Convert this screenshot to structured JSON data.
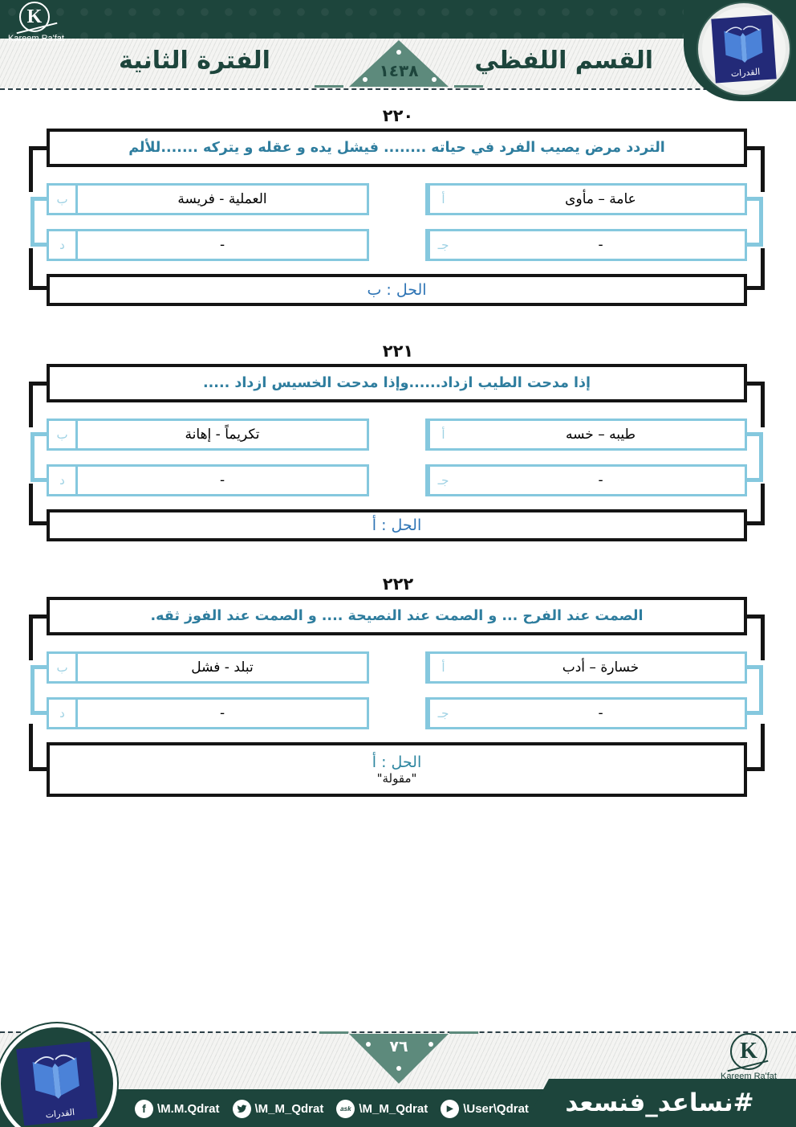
{
  "header": {
    "brand_name": "Kareem Ra'fat",
    "brand_initial": "K",
    "section_title": "القسم اللفظي",
    "period_title": "الفترة الثانية",
    "year_number": "١٤٣٨",
    "logo_caption": "القدرات"
  },
  "questions": [
    {
      "number": "٢٢٠",
      "prompt": "التردد مرض يصيب الفرد في حياته ........ فيشل يده و عقله و يتركه .......للألم",
      "options": [
        {
          "label": "أ",
          "text": "عامة – مأوى"
        },
        {
          "label": "ب",
          "text": "العملية - فريسة"
        },
        {
          "label": "جـ",
          "text": "-"
        },
        {
          "label": "د",
          "text": "-"
        }
      ],
      "answer": "الحل : ب",
      "answer_note": ""
    },
    {
      "number": "٢٢١",
      "prompt": "إذا مدحت الطيب ازداد......وإذا مدحت الخسيس ازداد .....",
      "options": [
        {
          "label": "أ",
          "text": "طيبه – خسه"
        },
        {
          "label": "ب",
          "text": "تكريماً - إهانة"
        },
        {
          "label": "جـ",
          "text": "-"
        },
        {
          "label": "د",
          "text": "-"
        }
      ],
      "answer": "الحل : أ",
      "answer_note": ""
    },
    {
      "number": "٢٢٢",
      "prompt": "الصمت عند الفرح ... و الصمت عند النصيحة .... و الصمت عند الفوز ثقه.",
      "options": [
        {
          "label": "أ",
          "text": "خسارة – أدب"
        },
        {
          "label": "ب",
          "text": "تبلد - فشل"
        },
        {
          "label": "جـ",
          "text": "-"
        },
        {
          "label": "د",
          "text": "-"
        }
      ],
      "answer": "الحل : أ",
      "answer_note": "\"مقولة\""
    }
  ],
  "footer": {
    "page_number": "٧٦",
    "hashtag": "#نساعد_فنسعد",
    "brand_name": "Kareem Ra'fat",
    "brand_initial": "K",
    "logo_caption": "القدرات",
    "socials": [
      {
        "icon": "facebook-icon",
        "glyph": "f",
        "handle": "\\M.M.Qdrat"
      },
      {
        "icon": "twitter-icon",
        "glyph": "",
        "handle": "\\M_M_Qdrat"
      },
      {
        "icon": "ask-icon",
        "glyph": "ask",
        "handle": "\\M_M_Qdrat"
      },
      {
        "icon": "youtube-icon",
        "glyph": "▶",
        "handle": "\\User\\Qdrat"
      }
    ]
  },
  "colors": {
    "dark_green": "#1d453c",
    "muted_green": "#5d8a7c",
    "option_blue": "#85c8de",
    "prompt_teal": "#2e7d9e",
    "answer_blue": "#2e74b5",
    "answer_teal": "#2e86a0"
  }
}
